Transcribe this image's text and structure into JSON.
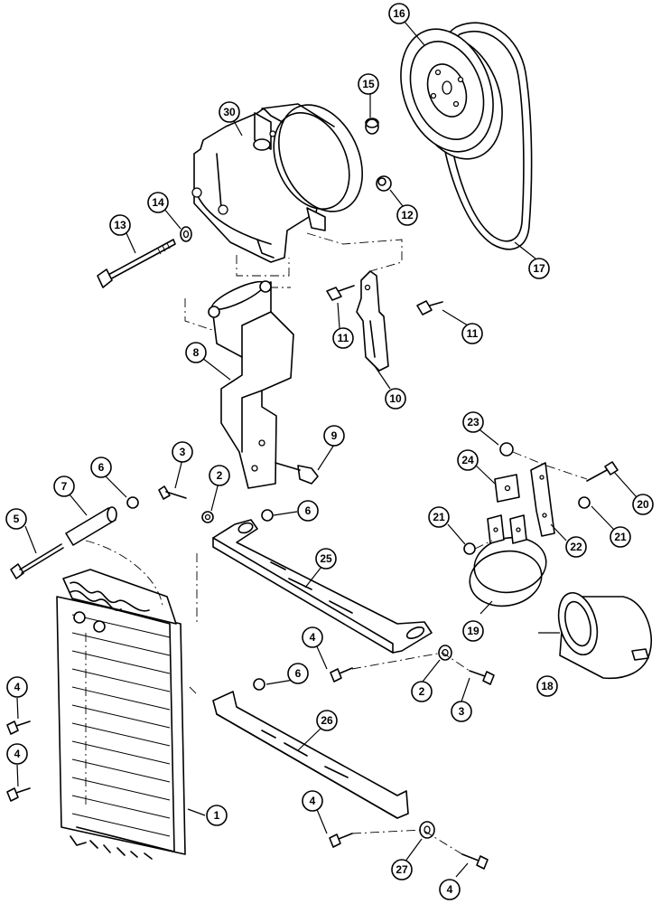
{
  "callouts": {
    "c1": "1",
    "c2a": "2",
    "c2b": "2",
    "c3a": "3",
    "c3b": "3",
    "c4a": "4",
    "c4b": "4",
    "c4c": "4",
    "c4d": "4",
    "c4e": "4",
    "c5": "5",
    "c6a": "6",
    "c6b": "6",
    "c6c": "6",
    "c7": "7",
    "c8": "8",
    "c9": "9",
    "c10": "10",
    "c11a": "11",
    "c11b": "11",
    "c12": "12",
    "c13": "13",
    "c14": "14",
    "c15": "15",
    "c16": "16",
    "c17": "17",
    "c18": "18",
    "c19": "19",
    "c20": "20",
    "c21a": "21",
    "c21b": "21",
    "c22": "22",
    "c23": "23",
    "c24": "24",
    "c25": "25",
    "c26": "26",
    "c27": "27",
    "c30": "30"
  }
}
